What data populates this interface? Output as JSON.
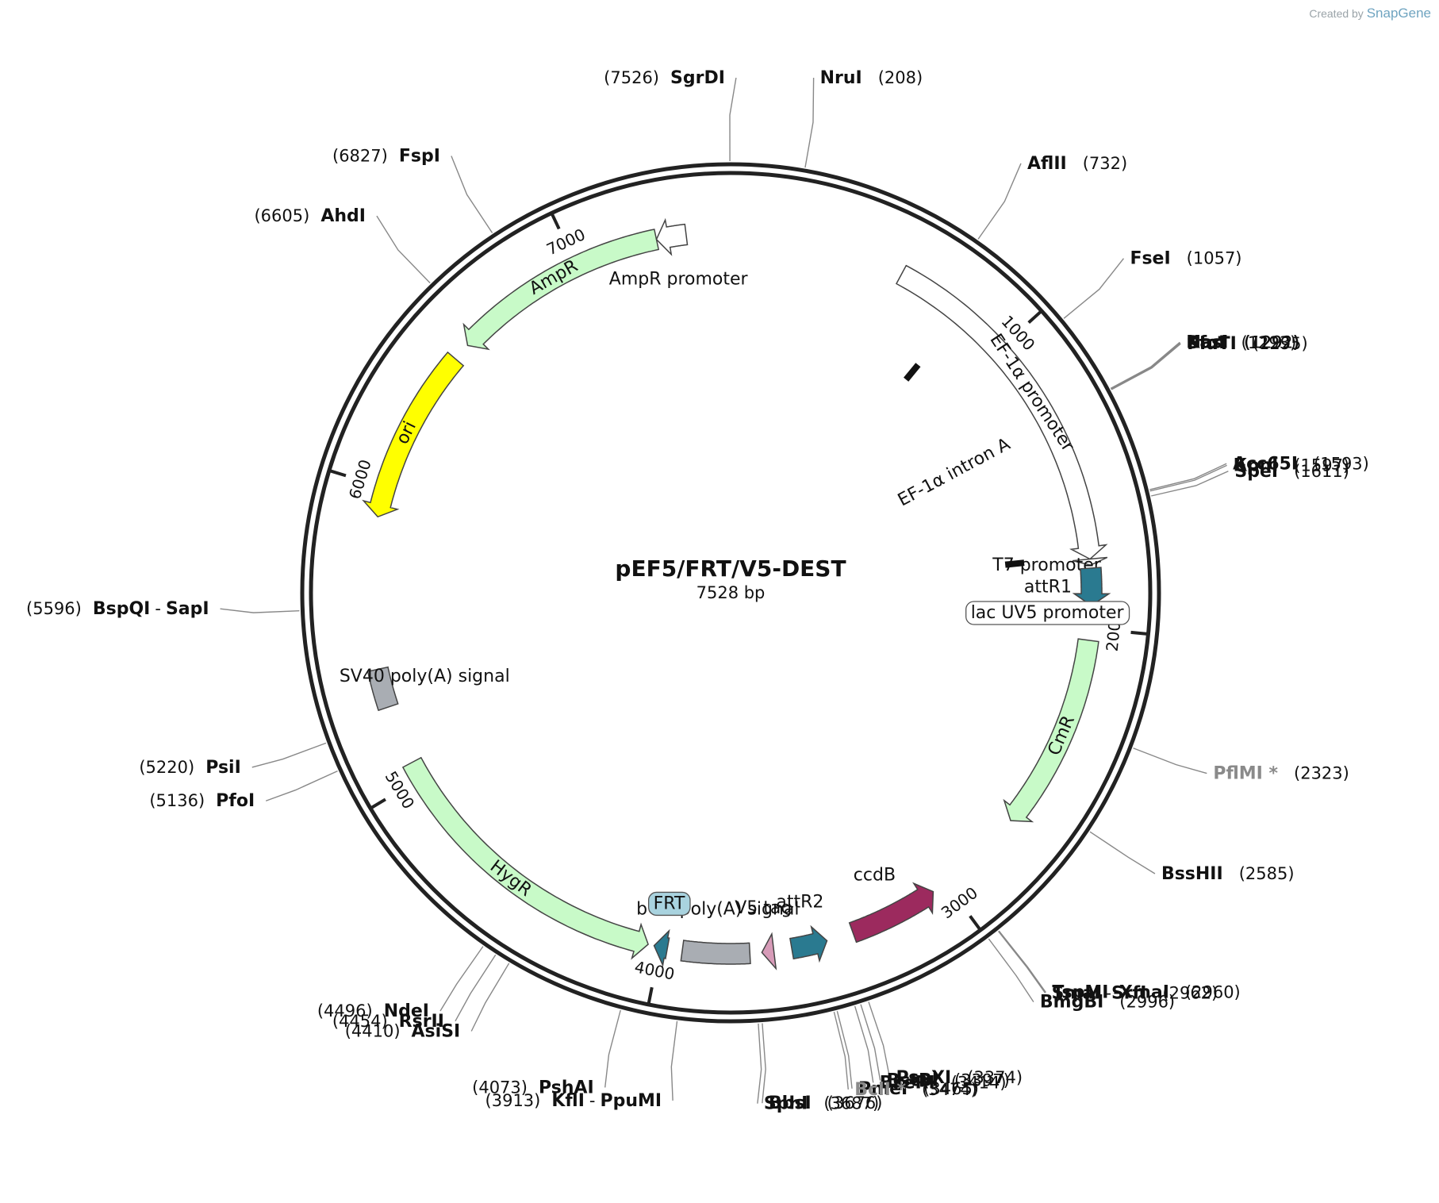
{
  "credit": {
    "created_by": "Created by",
    "brand": "SnapGene"
  },
  "plasmid": {
    "name": "pEF5/FRT/V5-DEST",
    "size_label": "7528 bp",
    "length": 7528
  },
  "ticks": [
    {
      "pos": 1000,
      "label": "1000"
    },
    {
      "pos": 2000,
      "label": "2000"
    },
    {
      "pos": 3000,
      "label": "3000"
    },
    {
      "pos": 4000,
      "label": "4000"
    },
    {
      "pos": 5000,
      "label": "5000"
    },
    {
      "pos": 6000,
      "label": "6000"
    },
    {
      "pos": 7000,
      "label": "7000"
    }
  ],
  "features": [
    {
      "label": "EF-1α promoter",
      "start": 590,
      "end": 1770,
      "color": "#ffffff",
      "dir": 1
    },
    {
      "label": "EF-1α intron A",
      "start": 825,
      "end": 1760,
      "type": "intron"
    },
    {
      "label": "T7 promoter",
      "start": 1770,
      "end": 1790,
      "color": "#ffffff",
      "dir": 1
    },
    {
      "label": "attR1",
      "start": 1800,
      "end": 1925,
      "color": "#2a7a90",
      "dir": 1
    },
    {
      "label": "lac UV5 promoter",
      "start": 1945,
      "end": 1975,
      "color": "#ffffff",
      "dir": 1,
      "boxed": true
    },
    {
      "label": "CmR",
      "start": 2040,
      "end": 2700,
      "color": "#c8fac8",
      "dir": 1
    },
    {
      "label": "ccdB",
      "start": 3050,
      "end": 3350,
      "color": "#9c2a5e",
      "dir": -1
    },
    {
      "label": "attR2",
      "start": 3440,
      "end": 3560,
      "color": "#2a7a90",
      "dir": -1
    },
    {
      "label": "V5 tag",
      "start": 3620,
      "end": 3660,
      "color": "#d79bb8",
      "dir": 1
    },
    {
      "label": "bGH poly(A) signal",
      "start": 3700,
      "end": 3925,
      "color": "#a9adb3",
      "dir": 0
    },
    {
      "label": "FRT",
      "start": 3975,
      "end": 4020,
      "color": "#2a7a90",
      "dir": 1,
      "boxed": true
    },
    {
      "label": "HygR",
      "start": 4040,
      "end": 5060,
      "color": "#c8fac8",
      "dir": -1
    },
    {
      "label": "SV40 poly(A) signal",
      "start": 5260,
      "end": 5390,
      "color": "#a9adb3",
      "dir": 0
    },
    {
      "label": "ori",
      "start": 5900,
      "end": 6490,
      "color": "#ffff00",
      "dir": -1
    },
    {
      "label": "AmpR",
      "start": 6550,
      "end": 7280,
      "color": "#c8fac8",
      "dir": -1
    },
    {
      "label": "AmpR promoter",
      "start": 7280,
      "end": 7380,
      "color": "#ffffff",
      "dir": -1
    }
  ],
  "sites": [
    {
      "name": "SgrDI",
      "pos": "7526",
      "bp": 7526
    },
    {
      "name": "NruI",
      "pos": "208",
      "bp": 208
    },
    {
      "name": "AflII",
      "pos": "732",
      "bp": 732
    },
    {
      "name": "FseI",
      "pos": "1057",
      "bp": 1057
    },
    {
      "name": "KasI",
      "pos": "1291",
      "bp": 1291
    },
    {
      "name": "NarI",
      "pos": "1292",
      "bp": 1292
    },
    {
      "name": "SfoI",
      "pos": "1293",
      "bp": 1293
    },
    {
      "name": "PluTI",
      "pos": "1295",
      "bp": 1295
    },
    {
      "name": "Acc65I",
      "pos": "1593",
      "bp": 1593
    },
    {
      "name": "KpnI",
      "pos": "1597",
      "bp": 1597
    },
    {
      "name": "SpeI",
      "pos": "1611",
      "bp": 1611
    },
    {
      "name": "PflMI *",
      "pos": "2323",
      "bp": 2323,
      "star": true
    },
    {
      "name": "BssHII",
      "pos": "2585",
      "bp": 2585
    },
    {
      "name": "TspMI",
      "name2": "XmaI",
      "pos": "2960",
      "bp": 2960
    },
    {
      "name": "SmaI",
      "name2": "SrfI",
      "pos": "2962",
      "bp": 2962
    },
    {
      "name": "BmgBI",
      "pos": "2996",
      "bp": 2996
    },
    {
      "name": "PspXI",
      "pos": "3374",
      "bp": 3374
    },
    {
      "name": "BstBI",
      "pos": "3397",
      "bp": 3397
    },
    {
      "name": "BseRI",
      "pos": "3414",
      "bp": 3414
    },
    {
      "name": "PmeI",
      "pos": "3465",
      "bp": 3465
    },
    {
      "name": "BclI *",
      "pos": "3474",
      "bp": 3474,
      "star": true
    },
    {
      "name": "BbsI",
      "pos": "3676",
      "bp": 3676
    },
    {
      "name": "SphI",
      "pos": "3687",
      "bp": 3687
    },
    {
      "name": "KflI",
      "name2": "PpuMI",
      "pos": "3913",
      "bp": 3913
    },
    {
      "name": "PshAI",
      "pos": "4073",
      "bp": 4073
    },
    {
      "name": "AsiSI",
      "pos": "4410",
      "bp": 4410
    },
    {
      "name": "RsrII",
      "pos": "4454",
      "bp": 4454
    },
    {
      "name": "NdeI",
      "pos": "4496",
      "bp": 4496
    },
    {
      "name": "PfoI",
      "pos": "5136",
      "bp": 5136
    },
    {
      "name": "PsiI",
      "pos": "5220",
      "bp": 5220
    },
    {
      "name": "BspQI",
      "name2": "SapI",
      "pos": "5596",
      "bp": 5596
    },
    {
      "name": "AhdI",
      "pos": "6605",
      "bp": 6605
    },
    {
      "name": "FspI",
      "pos": "6827",
      "bp": 6827
    }
  ]
}
